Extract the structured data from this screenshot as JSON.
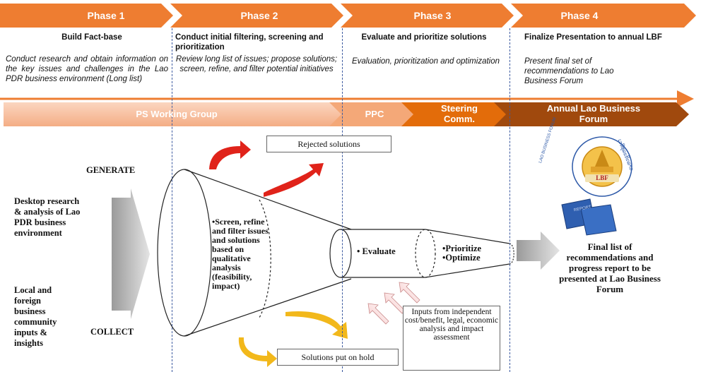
{
  "phases": [
    {
      "label": "Phase 1",
      "title": "Build Fact-base",
      "description": "Conduct research and obtain information on the key issues and challenges in the Lao PDR business environment (Long list)"
    },
    {
      "label": "Phase 2",
      "title": "Conduct initial filtering, screening and prioritization",
      "description": "Review long list of issues; propose solutions; screen, refine, and filter potential initiatives"
    },
    {
      "label": "Phase 3",
      "title": "Evaluate and prioritize solutions",
      "description": "Evaluation, prioritization and optimization"
    },
    {
      "label": "Phase 4",
      "title": "Finalize Presentation to annual LBF",
      "description": "Present final set of recommendations to Lao Business Forum"
    }
  ],
  "bands": {
    "ps_working_group": "PS Working Group",
    "ppc": "PPC",
    "steering_line1": "Steering",
    "steering_line2": "Comm.",
    "annual_line1": "Annual Lao Business",
    "annual_line2": "Forum"
  },
  "left": {
    "generate": "GENERATE",
    "collect": "COLLECT",
    "desktop_research": "Desktop research & analysis of Lao PDR business environment",
    "local_foreign": "Local and foreign business community inputs & insights"
  },
  "funnel": {
    "screen_text": "•Screen, refine and filter issues and solutions based on qualitative analysis (feasibility, impact)",
    "evaluate": "• Evaluate",
    "prioritize": "•Prioritize",
    "optimize": "•Optimize"
  },
  "boxes": {
    "rejected": "Rejected solutions",
    "on_hold": "Solutions put on hold",
    "inputs": "Inputs from independent cost/benefit, legal, economic analysis and impact assessment"
  },
  "right": {
    "final_list": "Final list of recommendations and progress report to be presented at Lao Business Forum",
    "logo_text": "LBF",
    "logo_ring_left": "LAO BUSINESS FORUM",
    "logo_ring_right": "ເວທີທຸລະກິດລາວ",
    "report_label": "REPORT"
  },
  "colors": {
    "phase_orange": "#ee7d31",
    "band_peach": "#f6b795",
    "band_orange": "#e36c0a",
    "band_brown": "#a0490d",
    "arrow_red": "#e0231a",
    "arrow_gold": "#f2b81b",
    "divider_blue": "#3c5aa0"
  }
}
